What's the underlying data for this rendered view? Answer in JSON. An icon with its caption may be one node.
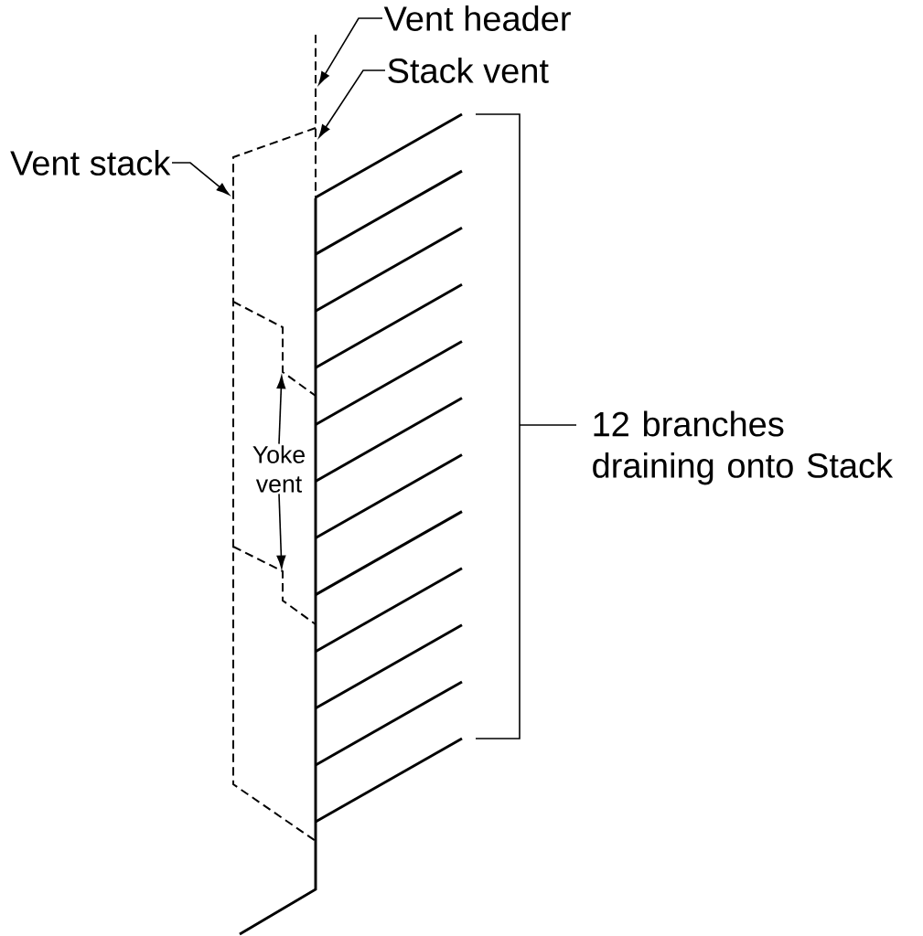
{
  "diagram": {
    "nodes": [
      {
        "text": [
          "Vent header"
        ]
      },
      {
        "text": [
          "Stack vent"
        ]
      },
      {
        "text": [
          "Vent stack"
        ]
      },
      {
        "text": [
          "Yoke vent"
        ]
      }
    ],
    "edges": [
      {
        "from": 0,
        "to": null,
        "arrow": "to"
      },
      {
        "from": 1,
        "to": null,
        "arrow": "to"
      },
      {
        "from": 2,
        "to": null,
        "arrow": "to"
      },
      {
        "from": 3,
        "to": null,
        "arrow": "to"
      },
      {
        "from": 3,
        "to": null,
        "arrow": "to"
      }
    ],
    "labels": [
      "12 branches draining onto Stack"
    ]
  }
}
